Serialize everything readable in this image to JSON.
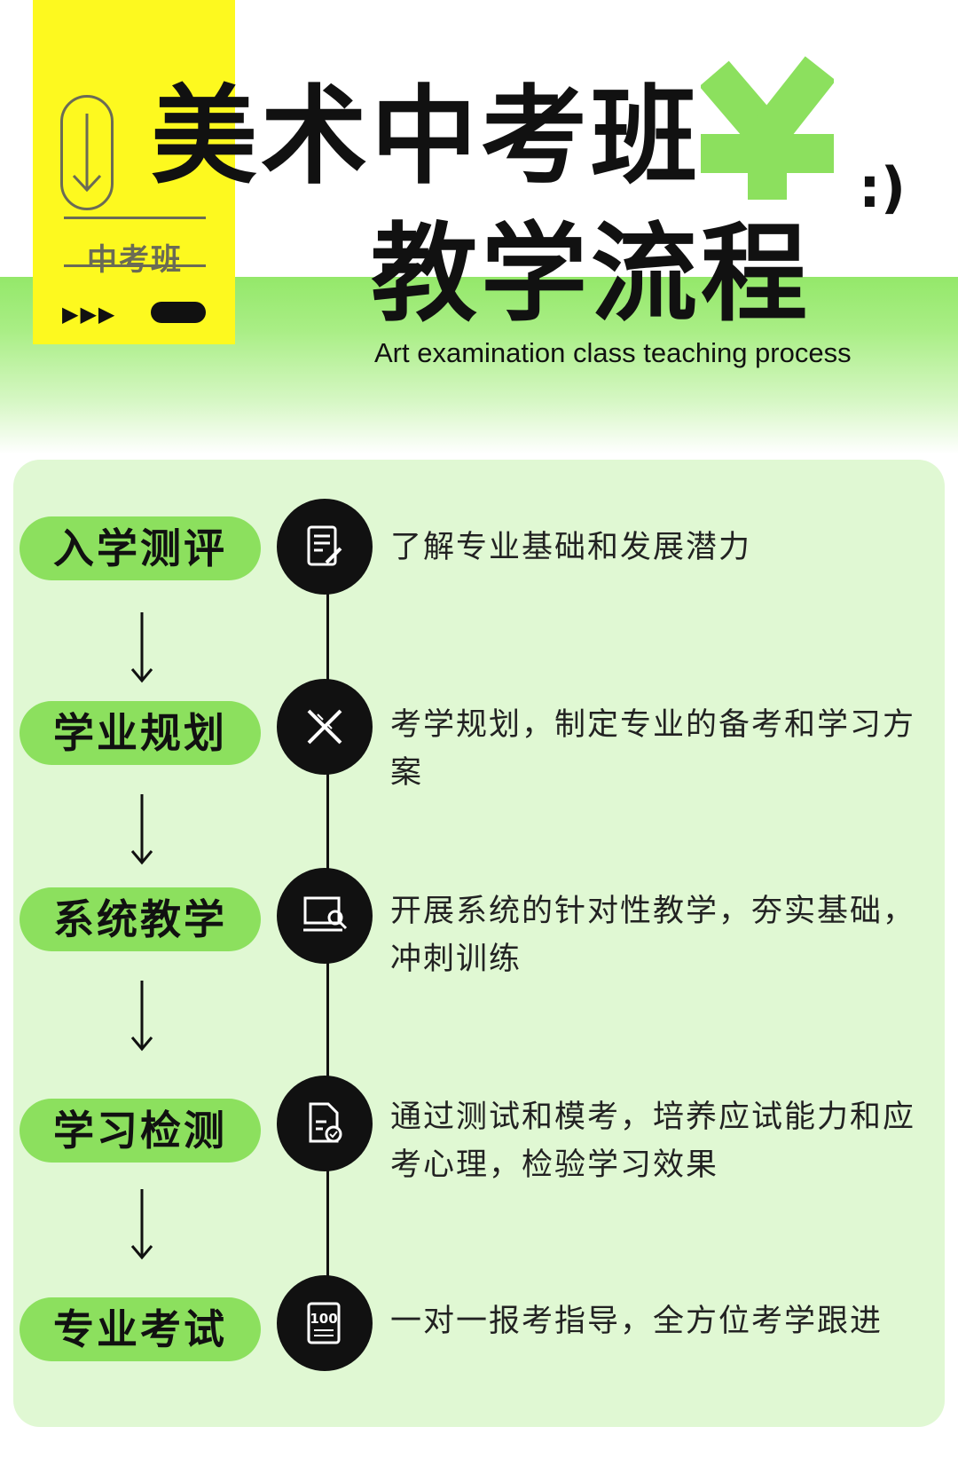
{
  "header": {
    "tag_label": "中考班",
    "tag_arrows": "▶▶▶",
    "title_line1": "美术中考班",
    "title_line2": "教学流程",
    "subtitle": "Art examination class teaching process",
    "smiley": ":)"
  },
  "colors": {
    "accent_green": "#8ce05e",
    "tag_yellow": "#fdf91f",
    "panel_bg": "#e0f8d3",
    "dark": "#111111"
  },
  "steps": [
    {
      "label": "入学测评",
      "icon": "document-edit-icon",
      "desc": "了解专业基础和发展潜力"
    },
    {
      "label": "学业规划",
      "icon": "ruler-pencil-icon",
      "desc": "考学规划，制定专业的备考和学习方案"
    },
    {
      "label": "系统教学",
      "icon": "teaching-board-icon",
      "desc": "开展系统的针对性教学，夯实基础，冲刺训练"
    },
    {
      "label": "学习检测",
      "icon": "document-check-icon",
      "desc": "通过测试和模考，培养应试能力和应考心理，检验学习效果"
    },
    {
      "label": "专业考试",
      "icon": "score-100-icon",
      "desc": "一对一报考指导，全方位考学跟进"
    }
  ]
}
